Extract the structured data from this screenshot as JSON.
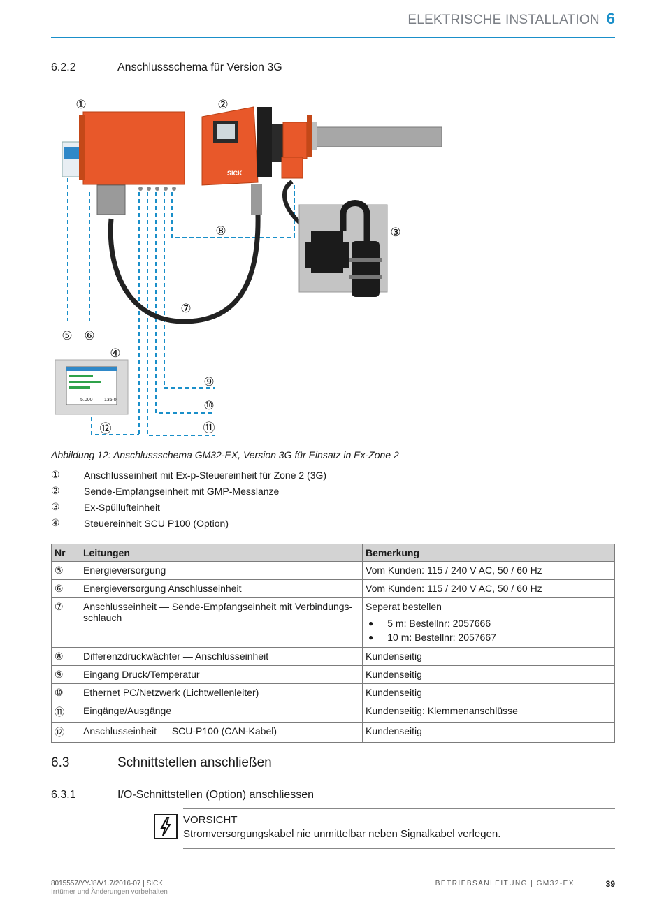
{
  "header": {
    "title": "ELEKTRISCHE INSTALLATION",
    "chapter": "6"
  },
  "section_622": {
    "num": "6.2.2",
    "title": "Anschlussschema für Version 3G"
  },
  "figure": {
    "callouts": [
      "①",
      "②",
      "③",
      "④",
      "⑤",
      "⑥",
      "⑦",
      "⑧",
      "⑨",
      "⑩",
      "⑪",
      "⑫"
    ],
    "brand_label": "SICK",
    "screen_values": [
      "5.000",
      "135.0"
    ],
    "colors": {
      "enclosure": "#e8582a",
      "cable_line": "#1a8fc9",
      "cable": "#2a2a2a"
    }
  },
  "caption": "Abbildung 12: Anschlussschema GM32-EX, Version 3G für Einsatz in Ex-Zone 2",
  "legend": [
    {
      "n": "①",
      "text": "Anschlusseinheit mit Ex-p-Steuereinheit für Zone 2 (3G)"
    },
    {
      "n": "②",
      "text": "Sende-Empfangseinheit mit GMP-Messlanze"
    },
    {
      "n": "③",
      "text": "Ex-Spüllufteinheit"
    },
    {
      "n": "④",
      "text": "Steuereinheit SCU P100 (Option)"
    }
  ],
  "table": {
    "headers": [
      "Nr",
      "Leitungen",
      "Bemerkung"
    ],
    "rows": [
      {
        "nr": "⑤",
        "leitung": "Energieversorgung",
        "bemerkung": "Vom Kunden: 115 / 240 V AC, 50 / 60 Hz"
      },
      {
        "nr": "⑥",
        "leitung": "Energieversorgung Anschlusseinheit",
        "bemerkung": "Vom Kunden: 115 / 240 V AC, 50 / 60 Hz"
      },
      {
        "nr": "⑦",
        "leitung": "Anschlusseinheit — Sende-Empfangseinheit mit Verbindungs-schlauch",
        "bemerkung": "Seperat bestellen",
        "bullets": [
          "5 m: Bestellnr: 2057666",
          "10 m: Bestellnr: 2057667"
        ]
      },
      {
        "nr": "⑧",
        "leitung": "Differenzdruckwächter — Anschlusseinheit",
        "bemerkung": "Kundenseitig"
      },
      {
        "nr": "⑨",
        "leitung": "Eingang Druck/Temperatur",
        "bemerkung": "Kundenseitig"
      },
      {
        "nr": "⑩",
        "leitung": "Ethernet PC/Netzwerk (Lichtwellenleiter)",
        "bemerkung": "Kundenseitig"
      },
      {
        "nr": "⑪",
        "leitung": "Eingänge/Ausgänge",
        "bemerkung": "Kundenseitig: Klemmenanschlüsse"
      },
      {
        "nr": "⑫",
        "leitung": "Anschlusseinheit — SCU-P100 (CAN-Kabel)",
        "bemerkung": "Kundenseitig"
      }
    ]
  },
  "section_63": {
    "num": "6.3",
    "title": "Schnittstellen anschließen"
  },
  "section_631": {
    "num": "6.3.1",
    "title": "I/O-Schnittstellen (Option) anschliessen"
  },
  "warning": {
    "title": "VORSICHT",
    "text": "Stromversorgungskabel nie unmittelbar neben Signalkabel verlegen."
  },
  "footer": {
    "doc_id": "8015557/YYJ8/V1.7/2016-07 | SICK",
    "disclaimer": "Irrtümer und Änderungen vorbehalten",
    "manual": "BETRIEBSANLEITUNG | GM32-EX",
    "page": "39"
  }
}
